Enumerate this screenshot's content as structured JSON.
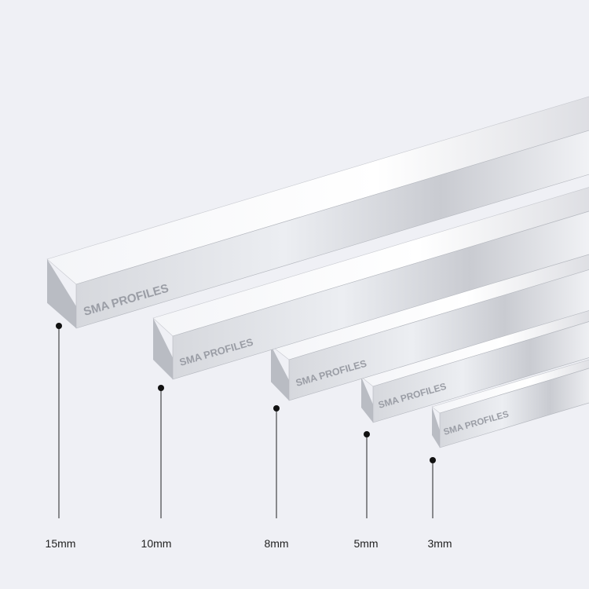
{
  "brand_text": "SMA PROFILES",
  "profiles": [
    {
      "size_label": "15mm"
    },
    {
      "size_label": "10mm"
    },
    {
      "size_label": "8mm"
    },
    {
      "size_label": "5mm"
    },
    {
      "size_label": "3mm"
    }
  ],
  "colors": {
    "background": "#eff0f5",
    "marker": "#111111"
  }
}
